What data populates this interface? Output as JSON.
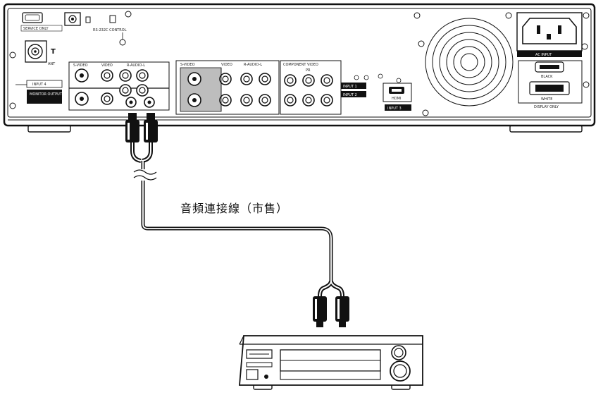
{
  "rear_panel": {
    "port_labels": {
      "service_only": "SERVICE ONLY",
      "rs232c_control": "RS-232C  CONTROL",
      "ant": "ANT",
      "input_4": "INPUT 4",
      "monitor_output": "MONITOR OUTPUT",
      "svideo_left": "S-VIDEO",
      "video_left": "VIDEO",
      "audio_left": "R-AUDIO-L",
      "svideo_mid": "S-VIDEO",
      "video_mid": "VIDEO",
      "audio_mid": "R-AUDIO-L",
      "component": "COMPONENT VIDEO",
      "pr": "PR",
      "input_1": "INPUT 1",
      "input_2": "INPUT 2",
      "hdmi": "HDMI",
      "input_3": "INPUT 3",
      "ac_input": "AC INPUT",
      "black": "BLACK",
      "white": "WHITE",
      "display_only": "DISPLAY ONLY"
    }
  },
  "cable": {
    "label": "音頻連接線（市售）"
  },
  "colors": {
    "line": "#111111",
    "background": "#ffffff",
    "shade": "#bdbdbd"
  }
}
